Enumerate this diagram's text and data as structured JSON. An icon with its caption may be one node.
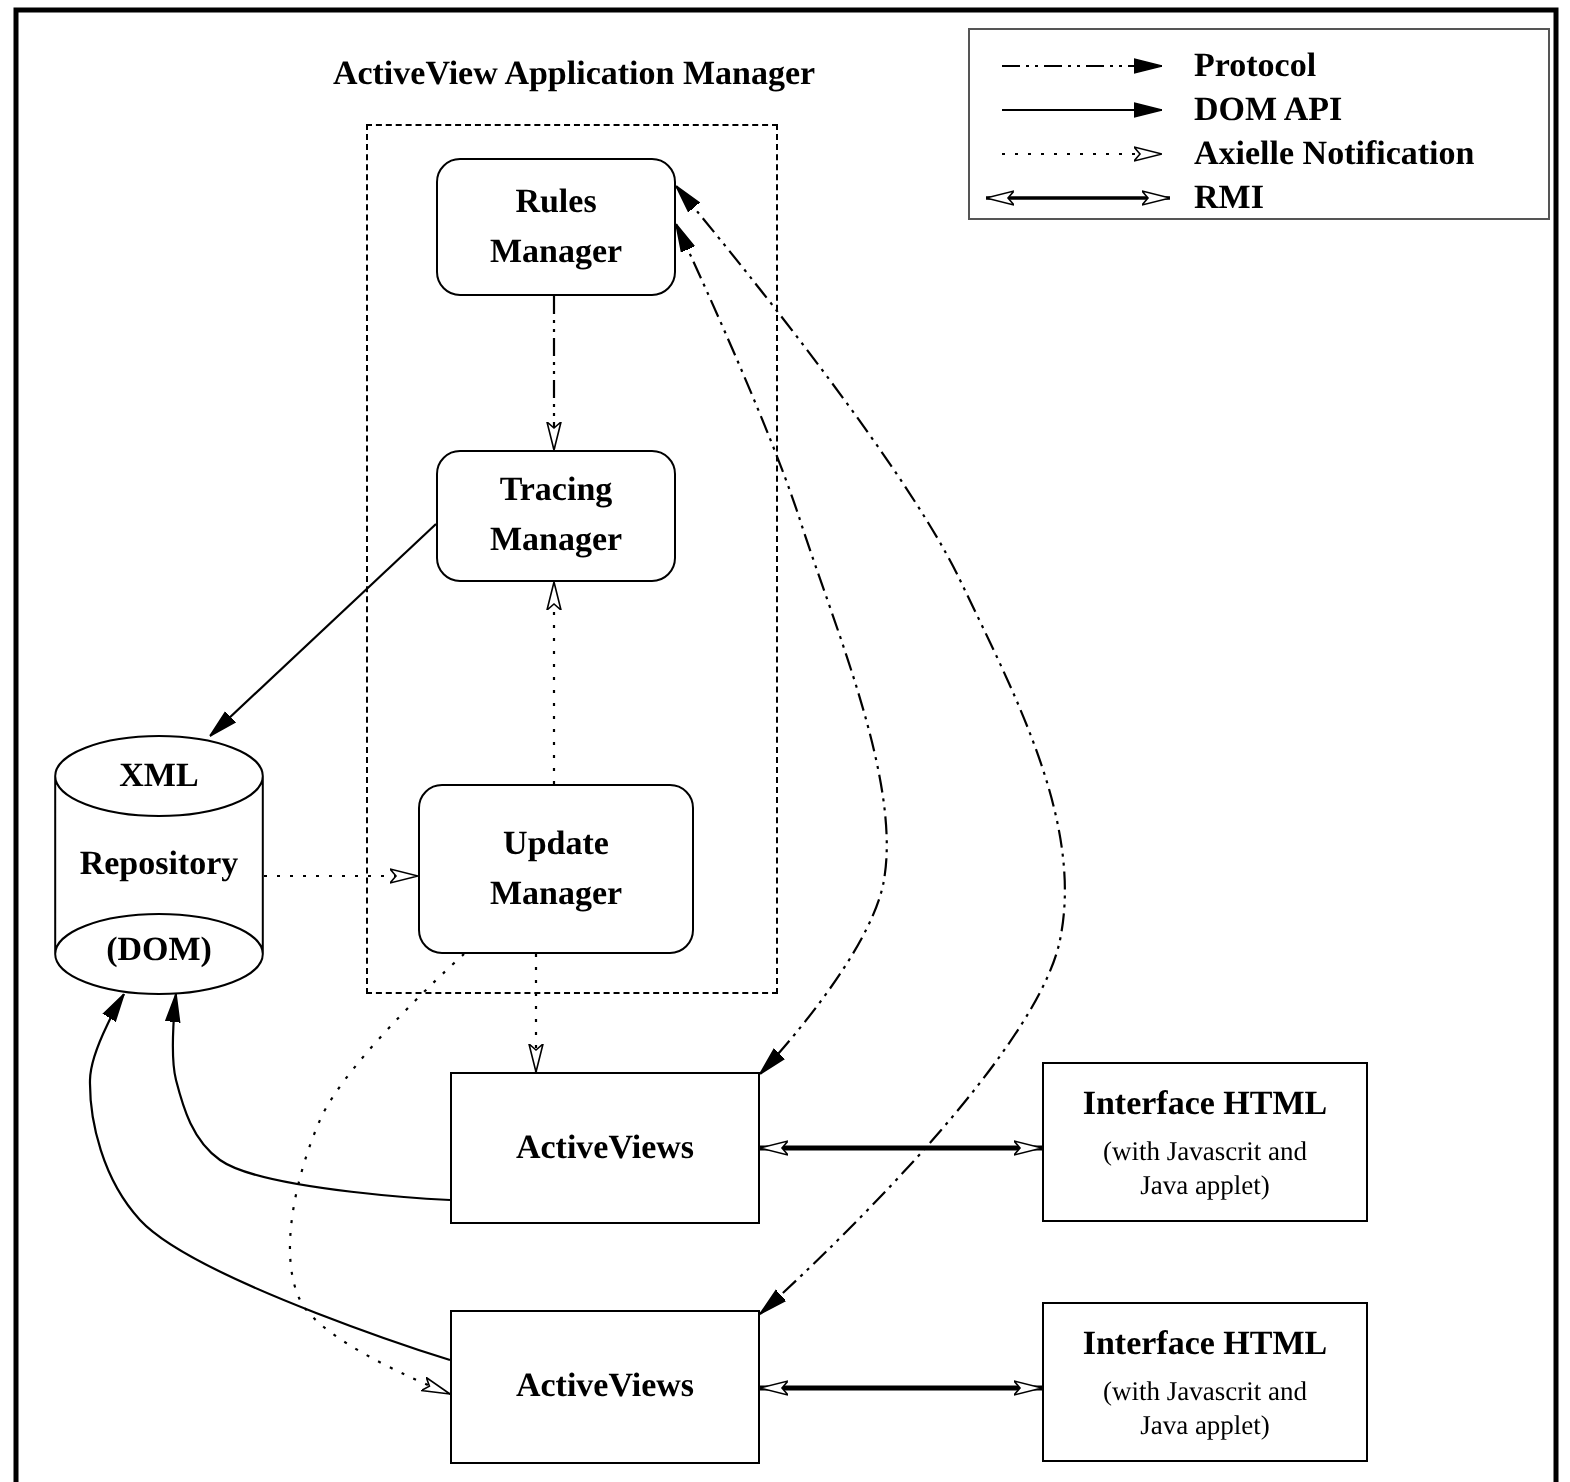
{
  "diagram": {
    "nodes": [
      {
        "text": [
          "ActiveView Application Manager"
        ]
      },
      {
        "text": [
          "Rules Manager"
        ],
        "in": 0
      },
      {
        "text": [
          "Tracing Manager"
        ],
        "in": 0
      },
      {
        "text": [
          "Update Manager"
        ],
        "in": 0
      },
      {
        "text": [
          "XML",
          "Repository",
          "(DOM)"
        ]
      },
      {
        "text": [
          "ActiveViews"
        ]
      },
      {
        "text": [
          "Interface HTML",
          "(with Javascrit and Java applet)"
        ]
      },
      {
        "text": [
          "ActiveViews"
        ]
      },
      {
        "text": [
          "Interface HTML",
          "(with Javascrit and Java applet)"
        ]
      }
    ],
    "edges": [
      {
        "from": 1,
        "to": 2,
        "arrow": "to",
        "style": "dashed"
      },
      {
        "from": 3,
        "to": 2,
        "arrow": "to",
        "style": "dashed"
      },
      {
        "from": 2,
        "to": 4,
        "arrow": "to"
      },
      {
        "from": 4,
        "to": 3,
        "arrow": "to",
        "style": "dashed"
      },
      {
        "from": 3,
        "to": 5,
        "arrow": "to",
        "style": "dashed"
      },
      {
        "from": 3,
        "to": 7,
        "arrow": "to",
        "style": "dashed"
      },
      {
        "from": 5,
        "to": 4,
        "arrow": "to"
      },
      {
        "from": 7,
        "to": 4,
        "arrow": "to"
      },
      {
        "from": 1,
        "to": 5,
        "arrow": "both",
        "style": "dashed"
      },
      {
        "from": 1,
        "to": 7,
        "arrow": "both",
        "style": "dashed"
      },
      {
        "from": 5,
        "to": 6,
        "arrow": "both",
        "style": "thick"
      },
      {
        "from": 7,
        "to": 8,
        "arrow": "both",
        "style": "thick"
      }
    ],
    "legend": [
      {
        "text": "Protocol"
      },
      {
        "text": "DOM API"
      },
      {
        "text": "Axielle Notification"
      },
      {
        "text": "RMI"
      }
    ]
  }
}
